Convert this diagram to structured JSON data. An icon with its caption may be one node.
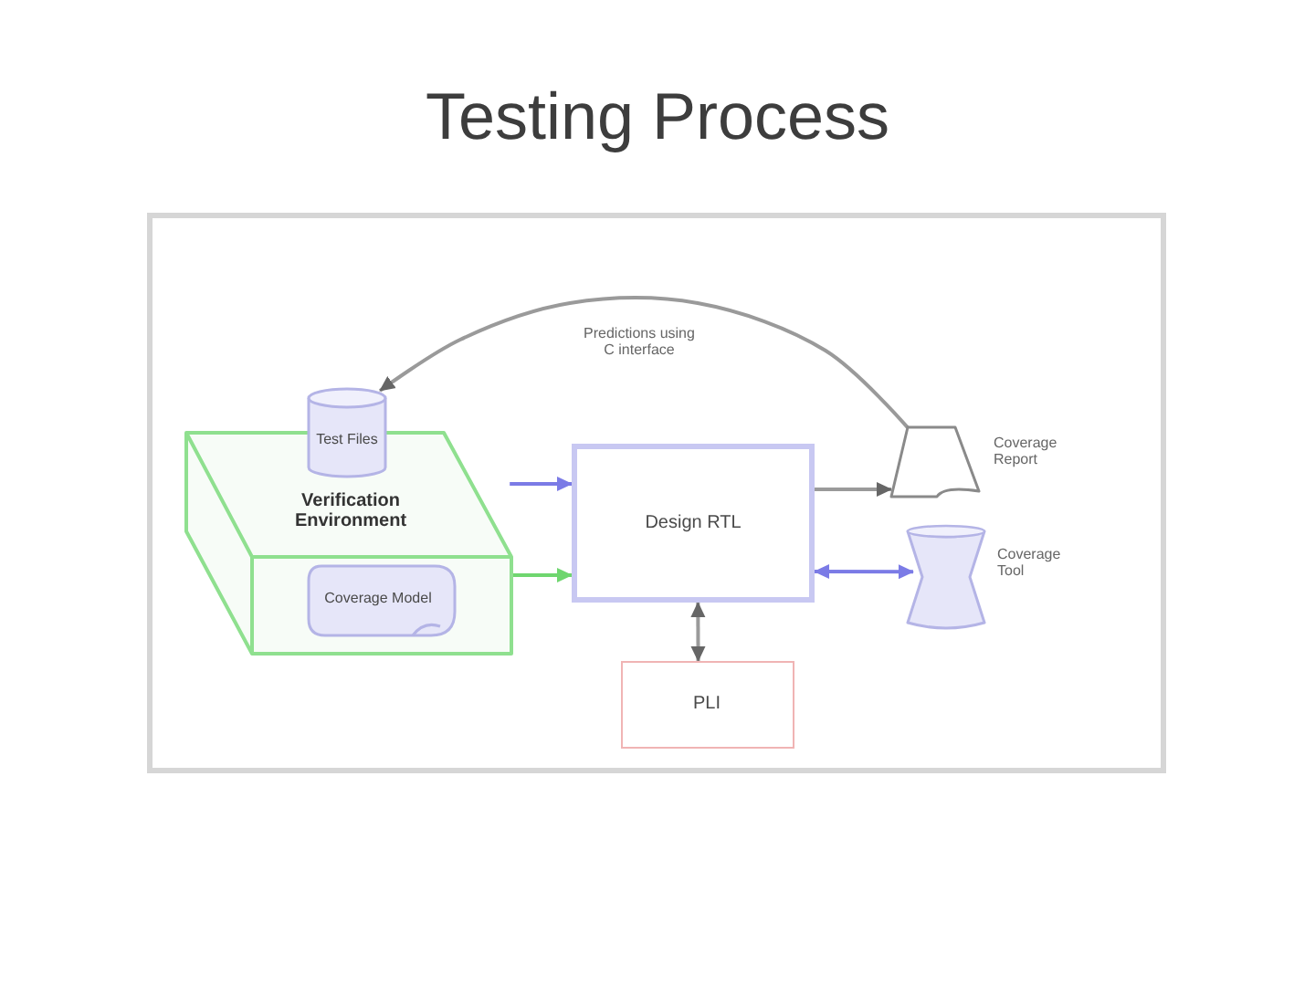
{
  "diagram": {
    "title": "Testing Process",
    "nodes": [
      {
        "text": [
          "Test Files"
        ]
      },
      {
        "text": [
          "Verification Environment"
        ]
      },
      {
        "text": [
          "Coverage Model"
        ],
        "in": 1
      },
      {
        "text": [
          "Design RTL"
        ]
      },
      {
        "text": [
          "PLI"
        ]
      },
      {
        "text": [],
        "shape": "document",
        "beside": [
          "Coverage Report"
        ]
      },
      {
        "text": [],
        "shape": "hourglass",
        "beside": [
          "Coverage Tool"
        ]
      }
    ],
    "edges": [
      {
        "from": 5,
        "to": 0,
        "arrow": "to",
        "label": "Predictions using C interface"
      },
      {
        "from": 1,
        "to": 3,
        "arrow": "to",
        "color": "#7b7be6"
      },
      {
        "from": 1,
        "to": 3,
        "arrow": "to",
        "color": "#6fd66f"
      },
      {
        "from": 3,
        "to": 5,
        "arrow": "to"
      },
      {
        "from": 3,
        "to": 6,
        "arrow": "both",
        "color": "#7b7be6"
      },
      {
        "from": 3,
        "to": 4,
        "arrow": "both"
      }
    ]
  }
}
